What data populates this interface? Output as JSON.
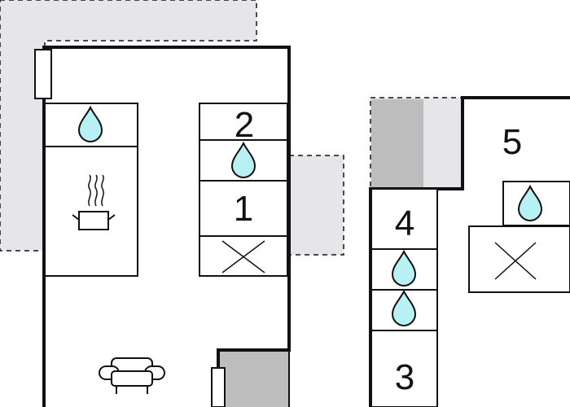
{
  "plan": {
    "colors": {
      "wall": "#111111",
      "outdoor_fill": "#e6e6ea",
      "stair_fill": "#bdbdbd",
      "water_fill": "#b8f1f4"
    },
    "room_labels": {
      "r1": "1",
      "r2": "2",
      "r3": "3",
      "r4": "4",
      "r5": "5"
    },
    "symbols": [
      "water-drop-icon",
      "cooking-pot-icon",
      "sofa-icon",
      "bed-cross-icon",
      "stairs",
      "door"
    ]
  }
}
